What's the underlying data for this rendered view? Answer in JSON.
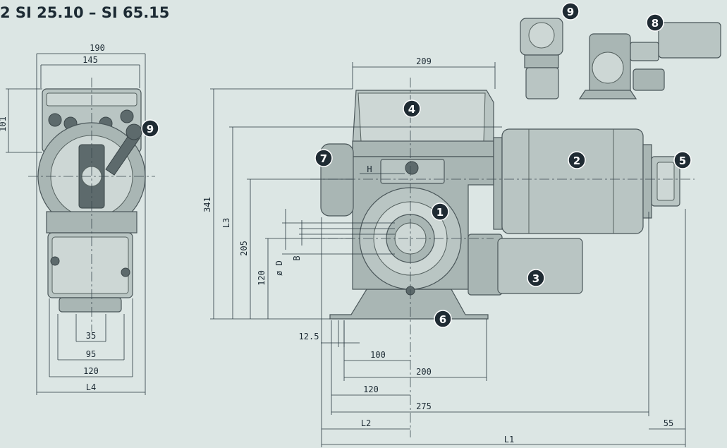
{
  "title": "2  SI 25.10 – SI 65.15",
  "dims": {
    "d190": "190",
    "d145": "145",
    "d101": "101",
    "d35": "35",
    "d95": "95",
    "d120_left": "120",
    "L4": "L4",
    "d209": "209",
    "d341": "341",
    "L3": "L3",
    "d205": "205",
    "d120_v": "120",
    "oD": "ø D",
    "B": "B",
    "H": "H",
    "d12_5": "12.5",
    "d100": "100",
    "d200": "200",
    "d120_b": "120",
    "d275": "275",
    "L2": "L2",
    "L1": "L1",
    "d55": "55"
  },
  "callouts": [
    "1",
    "2",
    "3",
    "4",
    "5",
    "6",
    "7",
    "8",
    "9",
    "9"
  ]
}
